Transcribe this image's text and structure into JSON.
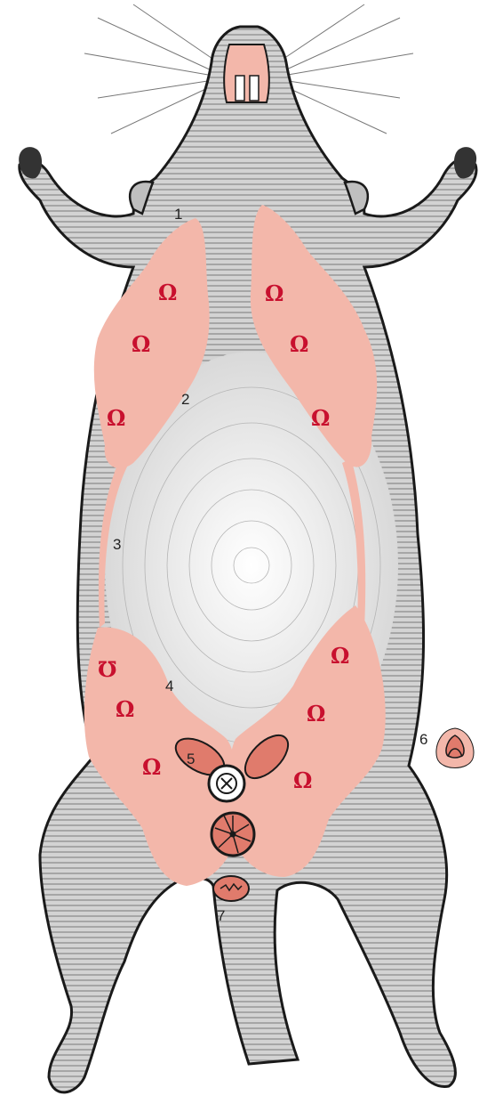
{
  "labels": {
    "l1": "1",
    "l2": "2",
    "l3": "3",
    "l4": "4",
    "l5": "5",
    "l6": "6",
    "l7": "7"
  },
  "colors": {
    "fur": "#c9c9c9",
    "outline": "#1a1a1a",
    "gland": "#f3b7aa",
    "gland_dark": "#e07b6c",
    "nipple": "#c8102e",
    "belly": "#f2f2f2"
  },
  "icons": {
    "nipple_symbol": "omega-nipple-icon",
    "urethral_opening": "cross-circle-icon",
    "anus": "radial-anus-icon",
    "penis_detail": "glans-icon"
  }
}
